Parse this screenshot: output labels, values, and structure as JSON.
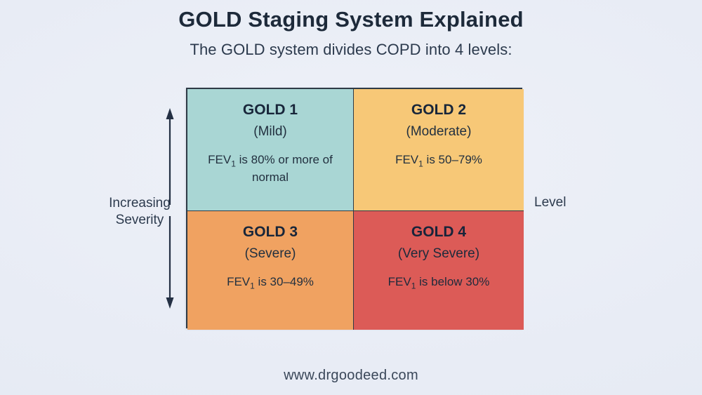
{
  "header": {
    "title": "GOLD Staging System Explained",
    "subtitle": "The GOLD system divides COPD into 4 levels:"
  },
  "axis": {
    "left_label_line1": "Increasing",
    "left_label_line2": "Severity",
    "right_label": "Level",
    "arrow_icon": "double-headed-vertical-arrow-icon"
  },
  "matrix": {
    "cells": [
      {
        "id": "gold-1",
        "title": "GOLD 1",
        "severity": "(Mild)",
        "metric_prefix": "FEV",
        "metric_subscript": "1",
        "metric_text": " is 80% or more of normal",
        "fill_color": "#a9d6d4"
      },
      {
        "id": "gold-2",
        "title": "GOLD 2",
        "severity": "(Moderate)",
        "metric_prefix": "FEV",
        "metric_subscript": "1",
        "metric_text": " is 50–79%",
        "fill_color": "#f7c877"
      },
      {
        "id": "gold-3",
        "title": "GOLD 3",
        "severity": "(Severe)",
        "metric_prefix": "FEV",
        "metric_subscript": "1",
        "metric_text": " is 30–49%",
        "fill_color": "#f0a261"
      },
      {
        "id": "gold-4",
        "title": "GOLD 4",
        "severity": "(Very Severe)",
        "metric_prefix": "FEV",
        "metric_subscript": "1",
        "metric_text": " is below 30%",
        "fill_color": "#dc5b57"
      }
    ]
  },
  "footer": {
    "website": "www.drgoodeed.com"
  },
  "colors": {
    "background": "#e9edf6",
    "border": "#2e3a46",
    "heading_text": "#1d2a3a",
    "body_text": "#2c3a4d"
  }
}
